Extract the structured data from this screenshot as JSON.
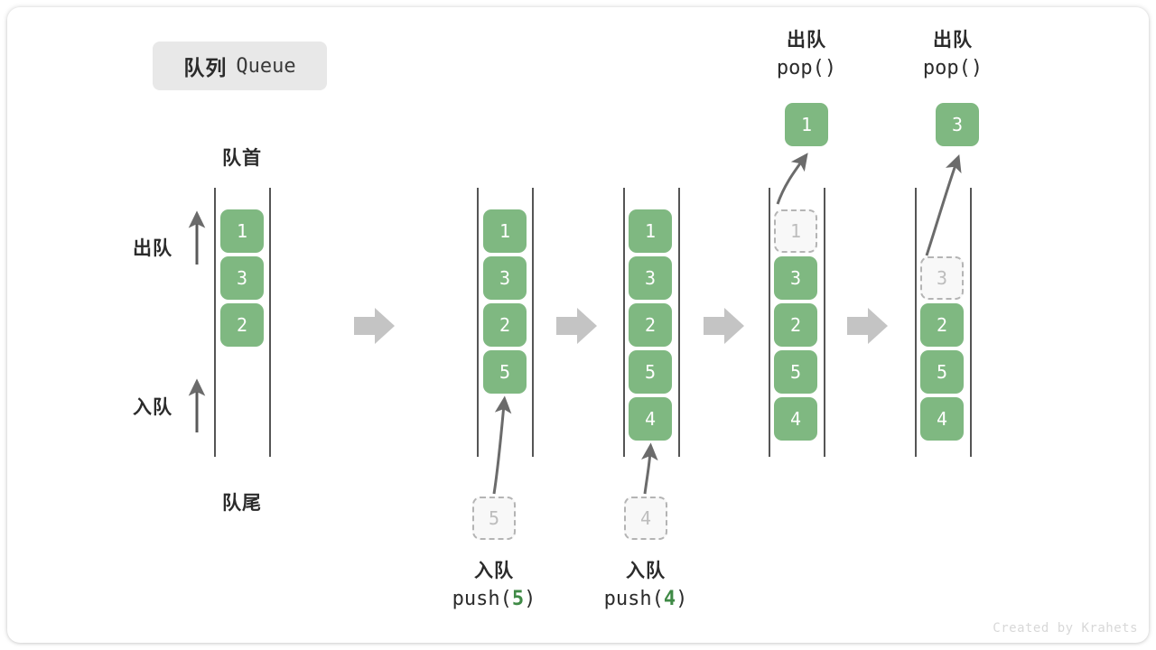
{
  "title": {
    "cn": "队列",
    "en": "Queue"
  },
  "watermark": "Created by Krahets",
  "colors": {
    "cell_fill": "#7fb881",
    "cell_text": "#ffffff",
    "ghost_fill": "#f8f8f8",
    "ghost_border": "#b4b4b4",
    "ghost_text": "#bdbdbd",
    "rail": "#555555",
    "arrow_gray": "#c4c4c4",
    "thin_arrow": "#6b6b6b",
    "accent_green": "#3f8a46",
    "chip_bg": "#e8e8e8",
    "text": "#2b2b2b"
  },
  "labels": {
    "front": "队首",
    "rear": "队尾",
    "dequeue": "出队",
    "enqueue": "入队"
  },
  "steps": [
    {
      "id": "initial",
      "cells": [
        "1",
        "3",
        "2"
      ],
      "ghost_in_queue": null,
      "incoming": null,
      "popped": null,
      "caption_cn": null,
      "caption_code": null,
      "caption_arg": null
    },
    {
      "id": "push-5",
      "cells": [
        "1",
        "3",
        "2",
        "5"
      ],
      "ghost_in_queue": null,
      "incoming": "5",
      "popped": null,
      "caption_cn": "入队",
      "caption_code_prefix": "push(",
      "caption_arg": "5",
      "caption_code_suffix": ")"
    },
    {
      "id": "push-4",
      "cells": [
        "1",
        "3",
        "2",
        "5",
        "4"
      ],
      "ghost_in_queue": null,
      "incoming": "4",
      "popped": null,
      "caption_cn": "入队",
      "caption_code_prefix": "push(",
      "caption_arg": "4",
      "caption_code_suffix": ")"
    },
    {
      "id": "pop-1",
      "cells": [
        "3",
        "2",
        "5",
        "4"
      ],
      "ghost_in_queue": "1",
      "incoming": null,
      "popped": "1",
      "caption_cn": "出队",
      "caption_code_prefix": "pop(",
      "caption_arg": "",
      "caption_code_suffix": ")"
    },
    {
      "id": "pop-3",
      "cells": [
        "2",
        "5",
        "4"
      ],
      "ghost_in_queue": "3",
      "incoming": null,
      "popped": "3",
      "caption_cn": "出队",
      "caption_code_prefix": "pop(",
      "caption_arg": "",
      "caption_code_suffix": ")"
    }
  ],
  "transitions": [
    "step-arrow",
    "step-arrow",
    "step-arrow",
    "step-arrow"
  ]
}
